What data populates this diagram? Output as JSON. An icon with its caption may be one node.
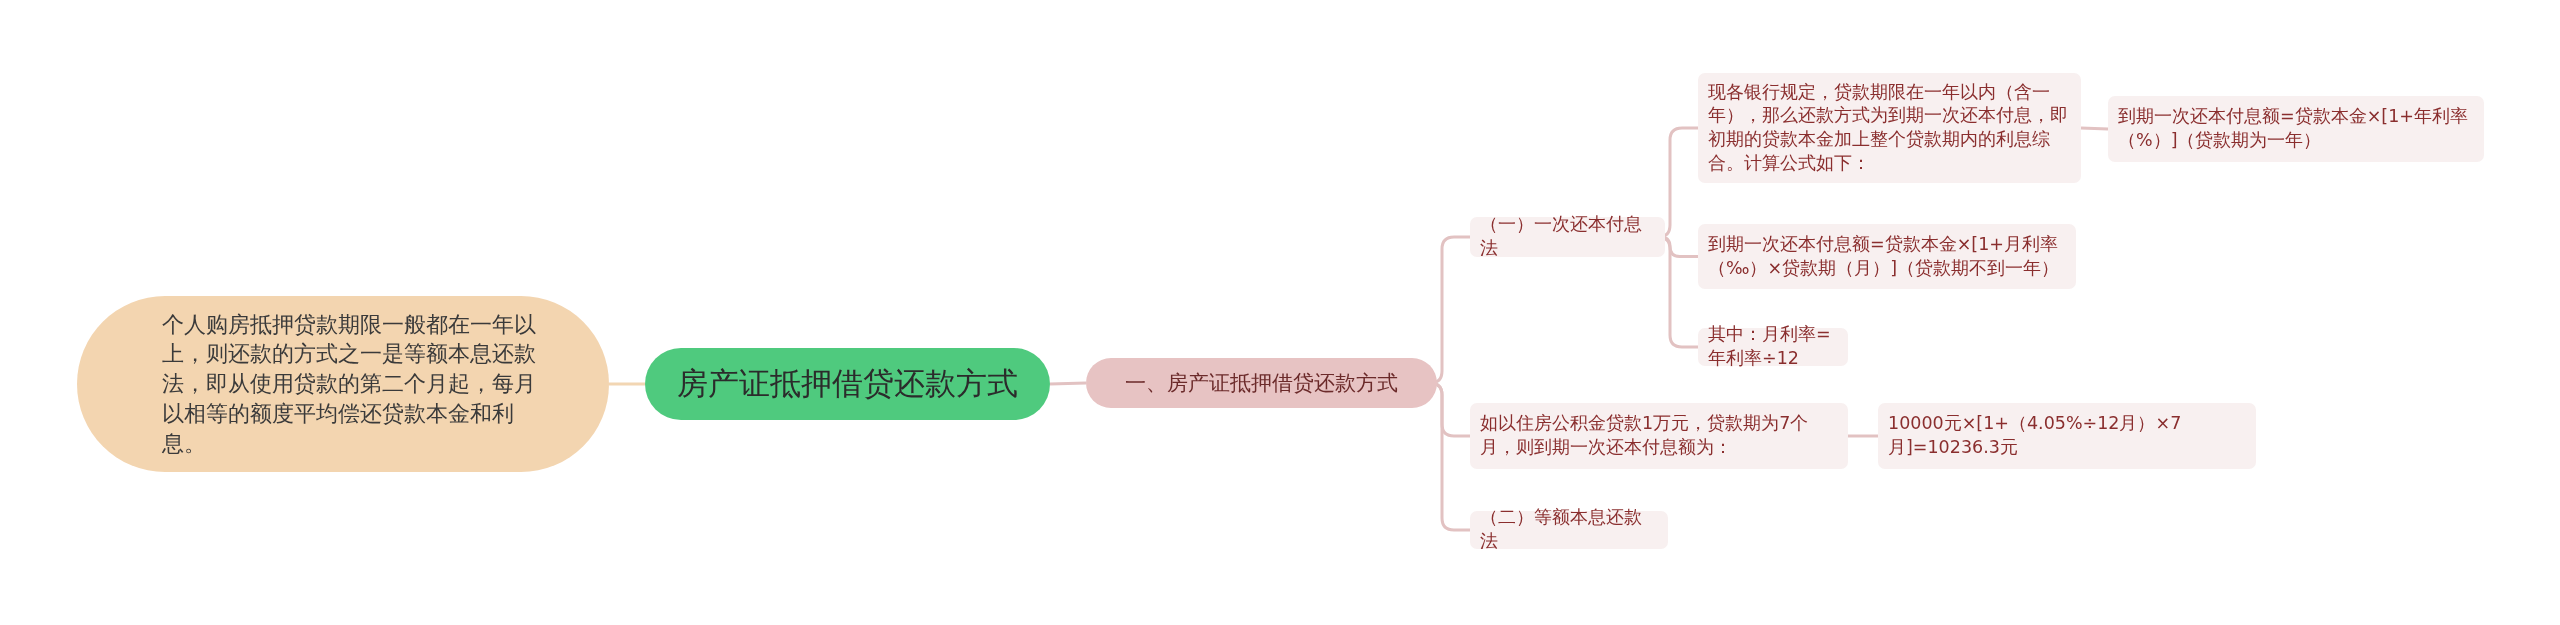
{
  "diagram": {
    "nodes": [
      {
        "text": [
          "房产证抵押借贷还款方式"
        ]
      },
      {
        "text": [
          "个人购房抵押贷款期限一般都在一年以上，则还款的方式之一是等额本息还款法，即从使用贷款的第二个月起，每月以相等的额度平均偿还贷款本金和利息。"
        ]
      },
      {
        "text": [
          "一、房产证抵押借贷还款方式"
        ]
      },
      {
        "text": [
          "（一）一次还本付息法"
        ]
      },
      {
        "text": [
          "现各银行规定，贷款期限在一年以内（含一年），那么还款方式为到期一次还本付息，即初期的贷款本金加上整个贷款期内的利息综合。计算公式如下："
        ]
      },
      {
        "text": [
          "到期一次还本付息额=贷款本金×[1+年利率（%）]（贷款期为一年）"
        ]
      },
      {
        "text": [
          "到期一次还本付息额=贷款本金×[1+月利率（‰）×贷款期（月）]（贷款期不到一年）"
        ]
      },
      {
        "text": [
          "其中：月利率=年利率÷12"
        ]
      },
      {
        "text": [
          "如以住房公积金贷款1万元，贷款期为7个月，则到期一次还本付息额为："
        ]
      },
      {
        "text": [
          "10000元×[1+（4.05%÷12月）×7月]=10236.3元"
        ]
      },
      {
        "text": [
          "（二）等额本息还款法"
        ]
      }
    ],
    "edges": [
      {
        "from": 0,
        "to": 1,
        "arrow": "none",
        "color": "#f2d6b3"
      },
      {
        "from": 0,
        "to": 2,
        "arrow": "none"
      },
      {
        "from": 2,
        "to": 3,
        "arrow": "none"
      },
      {
        "from": 2,
        "to": 8,
        "arrow": "none"
      },
      {
        "from": 2,
        "to": 10,
        "arrow": "none"
      },
      {
        "from": 3,
        "to": 4,
        "arrow": "none"
      },
      {
        "from": 3,
        "to": 6,
        "arrow": "none"
      },
      {
        "from": 3,
        "to": 7,
        "arrow": "none"
      },
      {
        "from": 4,
        "to": 5,
        "arrow": "none"
      },
      {
        "from": 8,
        "to": 9,
        "arrow": "none"
      }
    ]
  }
}
